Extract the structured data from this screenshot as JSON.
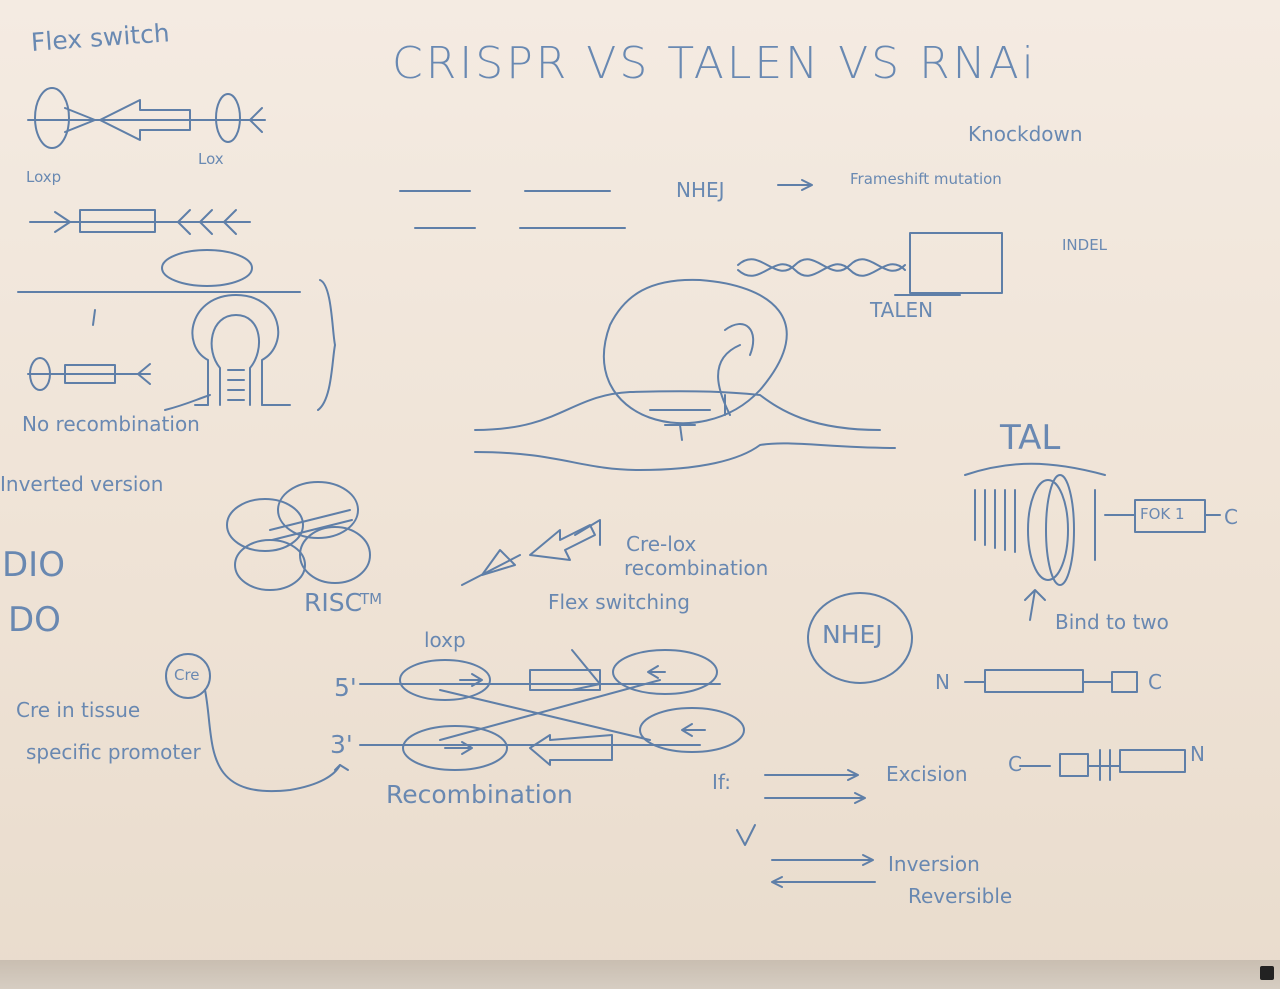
{
  "title": "CRISPR VS TALEN VS RNAi",
  "left": {
    "flex_switch": "Flex switch",
    "loxp_left": "Loxp",
    "loxp_right": "Lox",
    "no_recombination": "No recombination",
    "inverted_version": "Inverted version",
    "dio": "DIO",
    "do": "DO",
    "cre_circle": "Cre",
    "cre_tissue_1": "Cre in tissue",
    "cre_tissue_2": "specific promoter"
  },
  "center": {
    "risc": "RISC",
    "risc_tm": "TM",
    "cre_lox_1": "Cre-lox",
    "cre_lox_2": "recombination",
    "flex_switching": "Flex switching",
    "loxp": "loxp",
    "five_prime": "5'",
    "three_prime": "3'",
    "recombination": "Recombination",
    "if": "If:",
    "excision": "Excision",
    "inversion": "Inversion",
    "reversible": "Reversible"
  },
  "right": {
    "knockdown": "Knockdown",
    "nhej_arrow": "NHEJ",
    "frameshift": "Frameshift mutation",
    "indel": "INDEL",
    "talen": "TALEN",
    "tal": "TAL",
    "fok1": "FOK 1",
    "c_end": "C",
    "bind_to_two": "Bind to two",
    "nhej_circle": "NHEJ",
    "n_term": "N",
    "c_term_top": "C",
    "c_term_bottom": "C",
    "n_term_bottom": "N"
  }
}
